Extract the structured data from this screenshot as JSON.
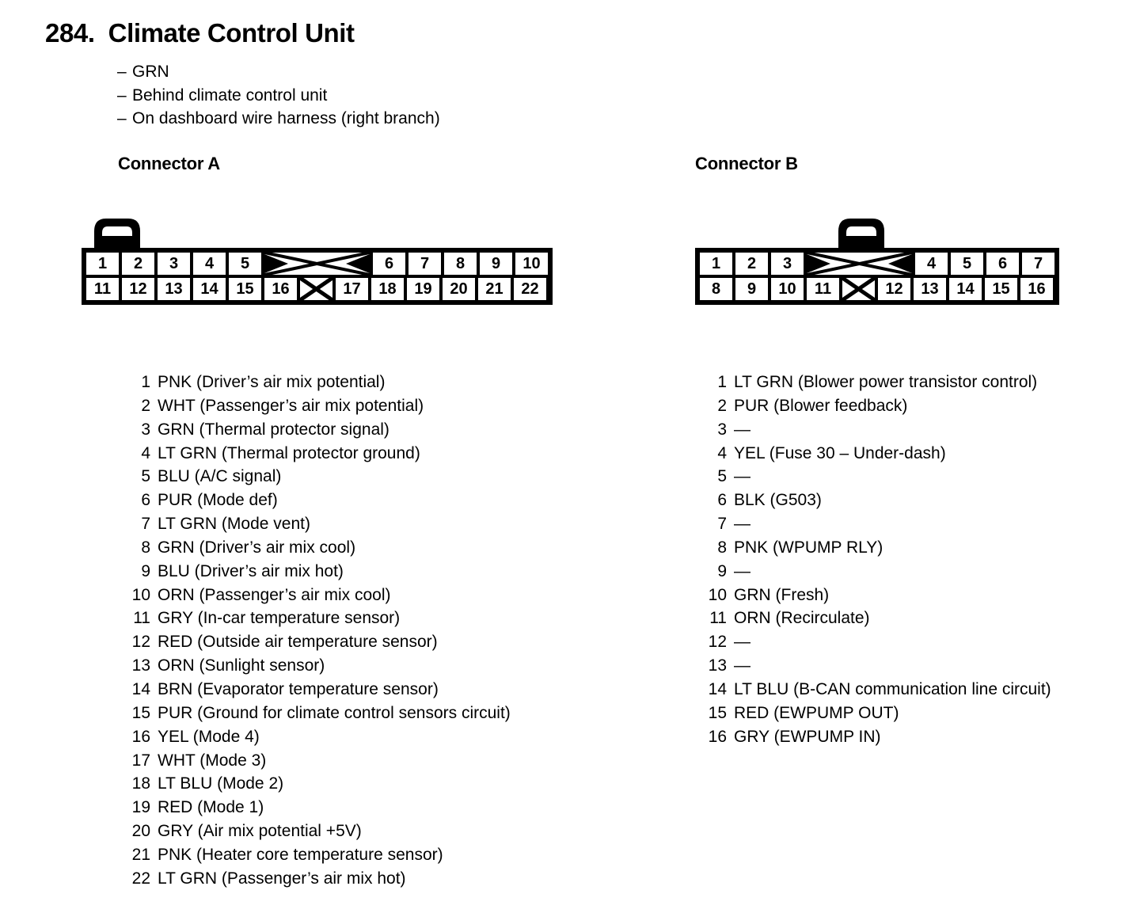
{
  "header": {
    "number": "284.",
    "title": "Climate Control Unit",
    "dash": "–",
    "notes": [
      "GRN",
      "Behind climate control unit",
      "On dashboard wire harness (right branch)"
    ]
  },
  "connector_a": {
    "heading": "Connector A",
    "diagram": {
      "top_row": [
        "1",
        "2",
        "3",
        "4",
        "5",
        "BLOCKED_WIDE",
        "6",
        "7",
        "8",
        "9",
        "10"
      ],
      "bottom_row": [
        "11",
        "12",
        "13",
        "14",
        "15",
        "16",
        "BLOCKED",
        "17",
        "18",
        "19",
        "20",
        "21",
        "22"
      ]
    },
    "pins": [
      {
        "num": "1",
        "desc": "PNK (Driver’s air mix potential)"
      },
      {
        "num": "2",
        "desc": "WHT (Passenger’s air mix potential)"
      },
      {
        "num": "3",
        "desc": "GRN (Thermal protector signal)"
      },
      {
        "num": "4",
        "desc": "LT GRN (Thermal protector ground)"
      },
      {
        "num": "5",
        "desc": "BLU (A/C signal)"
      },
      {
        "num": "6",
        "desc": "PUR (Mode def)"
      },
      {
        "num": "7",
        "desc": "LT GRN (Mode vent)"
      },
      {
        "num": "8",
        "desc": "GRN (Driver’s air mix cool)"
      },
      {
        "num": "9",
        "desc": "BLU (Driver’s air mix hot)"
      },
      {
        "num": "10",
        "desc": "ORN (Passenger’s air mix cool)"
      },
      {
        "num": "11",
        "desc": "GRY (In-car temperature sensor)"
      },
      {
        "num": "12",
        "desc": "RED (Outside air temperature sensor)"
      },
      {
        "num": "13",
        "desc": "ORN (Sunlight sensor)"
      },
      {
        "num": "14",
        "desc": "BRN (Evaporator temperature sensor)"
      },
      {
        "num": "15",
        "desc": "PUR (Ground for climate control sensors circuit)"
      },
      {
        "num": "16",
        "desc": "YEL (Mode 4)"
      },
      {
        "num": "17",
        "desc": "WHT (Mode 3)"
      },
      {
        "num": "18",
        "desc": "LT BLU (Mode 2)"
      },
      {
        "num": "19",
        "desc": "RED (Mode 1)"
      },
      {
        "num": "20",
        "desc": "GRY (Air mix potential +5V)"
      },
      {
        "num": "21",
        "desc": "PNK (Heater core temperature sensor)"
      },
      {
        "num": "22",
        "desc": "LT GRN (Passenger’s air mix hot)"
      }
    ]
  },
  "connector_b": {
    "heading": "Connector B",
    "diagram": {
      "top_row": [
        "1",
        "2",
        "3",
        "BLOCKED_WIDE",
        "4",
        "5",
        "6",
        "7"
      ],
      "bottom_row": [
        "8",
        "9",
        "10",
        "11",
        "BLOCKED",
        "12",
        "13",
        "14",
        "15",
        "16"
      ]
    },
    "pins": [
      {
        "num": "1",
        "desc": "LT GRN (Blower power transistor control)"
      },
      {
        "num": "2",
        "desc": "PUR (Blower feedback)"
      },
      {
        "num": "3",
        "desc": "—"
      },
      {
        "num": "4",
        "desc": "YEL (Fuse 30 – Under-dash)"
      },
      {
        "num": "5",
        "desc": "—"
      },
      {
        "num": "6",
        "desc": "BLK (G503)"
      },
      {
        "num": "7",
        "desc": "—"
      },
      {
        "num": "8",
        "desc": "PNK (WPUMP RLY)"
      },
      {
        "num": "9",
        "desc": "—"
      },
      {
        "num": "10",
        "desc": "GRN (Fresh)"
      },
      {
        "num": "11",
        "desc": "ORN (Recirculate)"
      },
      {
        "num": "12",
        "desc": "—"
      },
      {
        "num": "13",
        "desc": "—"
      },
      {
        "num": "14",
        "desc": "LT BLU (B-CAN communication line circuit)"
      },
      {
        "num": "15",
        "desc": "RED (EWPUMP OUT)"
      },
      {
        "num": "16",
        "desc": "GRY (EWPUMP IN)"
      }
    ]
  },
  "colors": {
    "ink": "#000000",
    "paper": "#ffffff"
  }
}
